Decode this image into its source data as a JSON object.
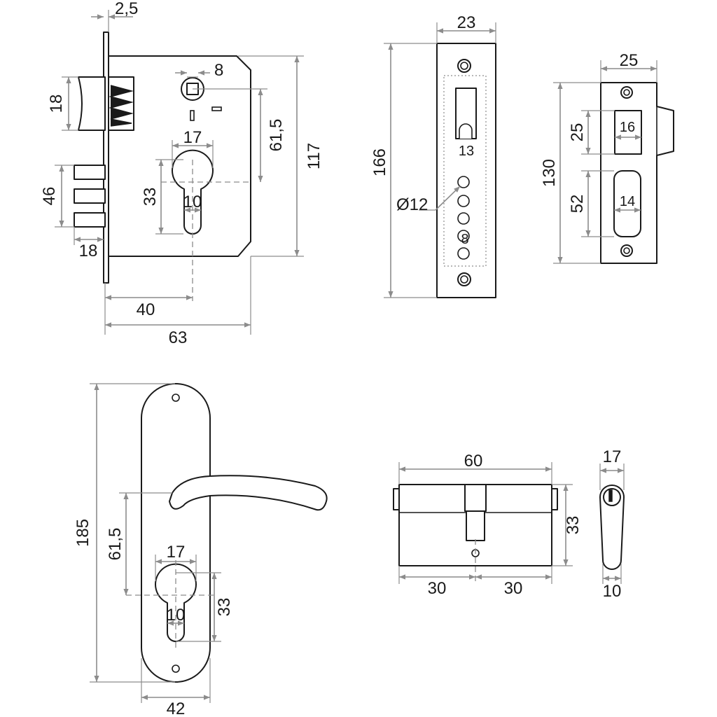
{
  "colors": {
    "line": "#1a1a1a",
    "dimension": "#8c8c8c",
    "background": "#ffffff"
  },
  "mortise_lock": {
    "faceplate_thickness": "2,5",
    "latch_height": "18",
    "spindle_square": "8",
    "spindle_to_cylinder": "61,5",
    "cylinder_width": "17",
    "cylinder_height": "33",
    "cylinder_slot": "10",
    "bolts_span": "46",
    "bolt_throw": "18",
    "body_height": "117",
    "backset": "40",
    "body_depth": "63"
  },
  "faceplate": {
    "width": "23",
    "height": "166",
    "latch_opening": "13",
    "hole_diameter": "Ø12",
    "hole_pitch": "8"
  },
  "strike_plate": {
    "width": "25",
    "height": "130",
    "latch_opening_height": "25",
    "latch_opening_width": "16",
    "bolt_opening_height": "52",
    "bolt_opening_width": "14"
  },
  "handle_plate": {
    "height": "185",
    "handle_to_cylinder": "61,5",
    "cylinder_width": "17",
    "cylinder_height": "33",
    "cylinder_slot": "10",
    "width": "42"
  },
  "cylinder": {
    "length": "60",
    "height": "33",
    "half_left": "30",
    "half_right": "30",
    "profile_width": "17",
    "profile_thickness": "10"
  }
}
